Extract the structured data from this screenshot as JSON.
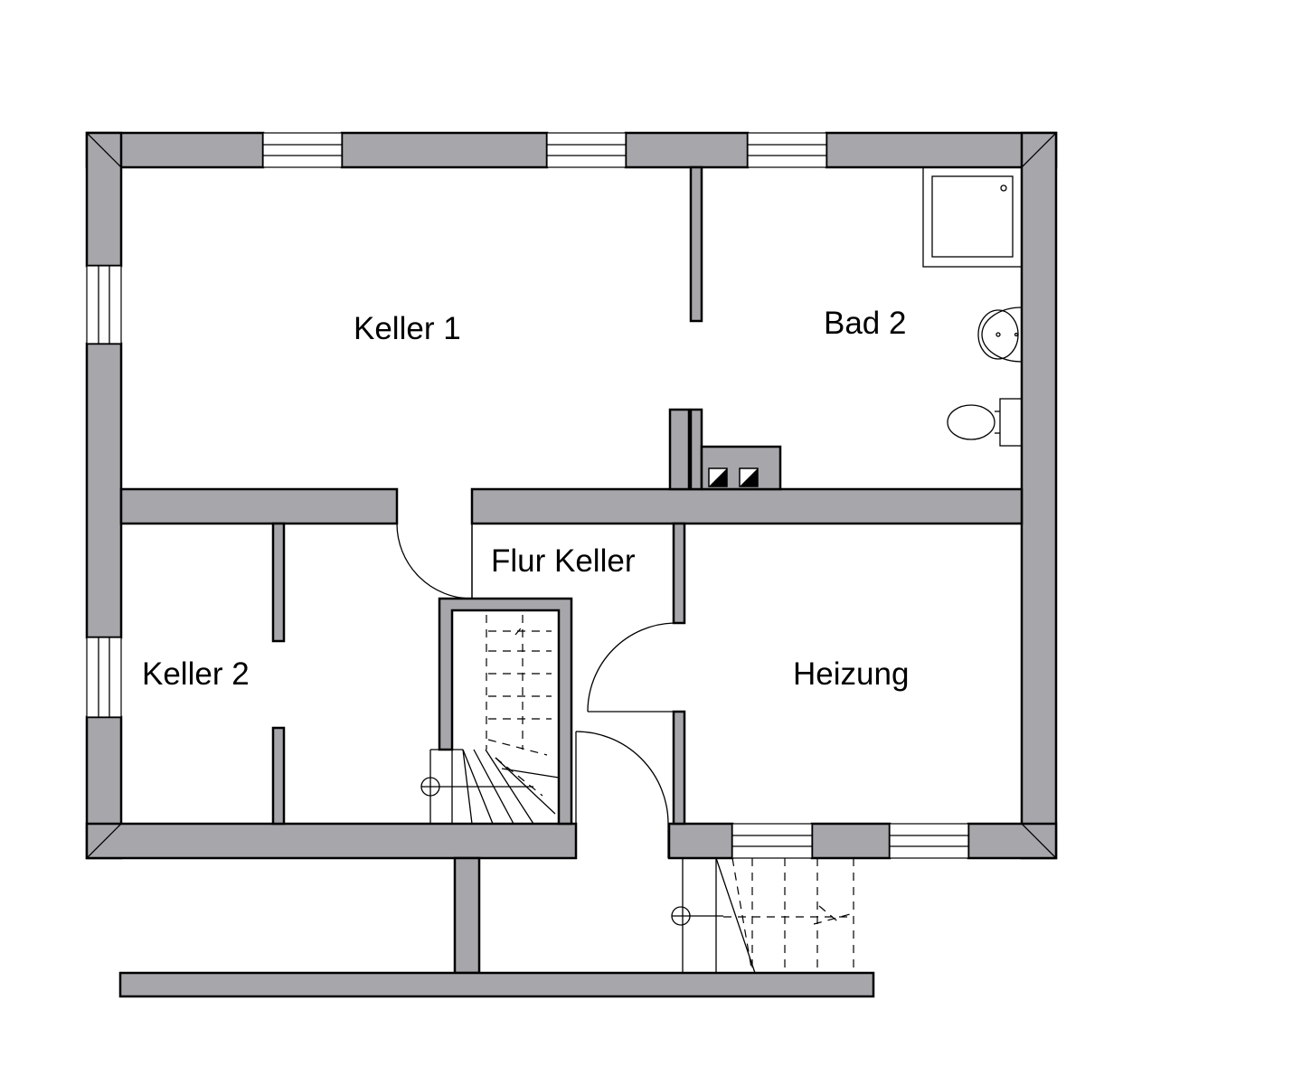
{
  "rooms": {
    "keller1": "Keller 1",
    "bad2": "Bad 2",
    "flur": "Flur Keller",
    "keller2": "Keller 2",
    "heizung": "Heizung"
  },
  "colors": {
    "wall_fill": "#a7a6ab",
    "line": "#000000",
    "background": "#ffffff"
  }
}
